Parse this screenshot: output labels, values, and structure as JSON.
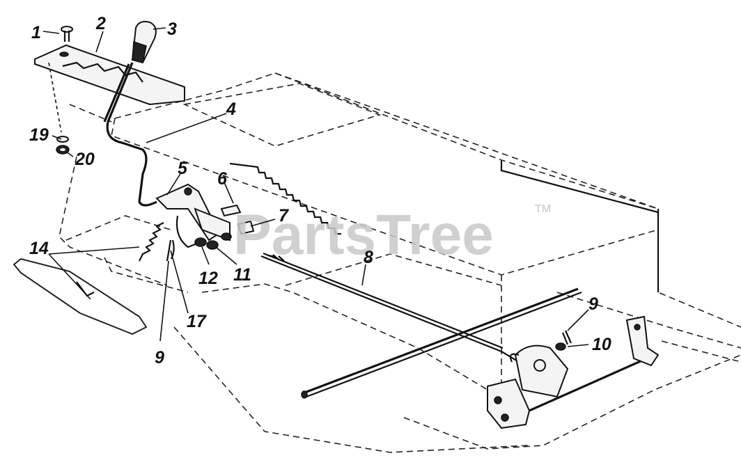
{
  "watermark": {
    "text": "PartsTree",
    "trademark": "TM"
  },
  "callouts": {
    "c1": "1",
    "c2": "2",
    "c3": "3",
    "c4": "4",
    "c5": "5",
    "c6": "6",
    "c7": "7",
    "c8": "8",
    "c9a": "9",
    "c9b": "9",
    "c10": "10",
    "c11": "11",
    "c12": "12",
    "c14": "14",
    "c17": "17",
    "c19": "19",
    "c20": "20"
  }
}
